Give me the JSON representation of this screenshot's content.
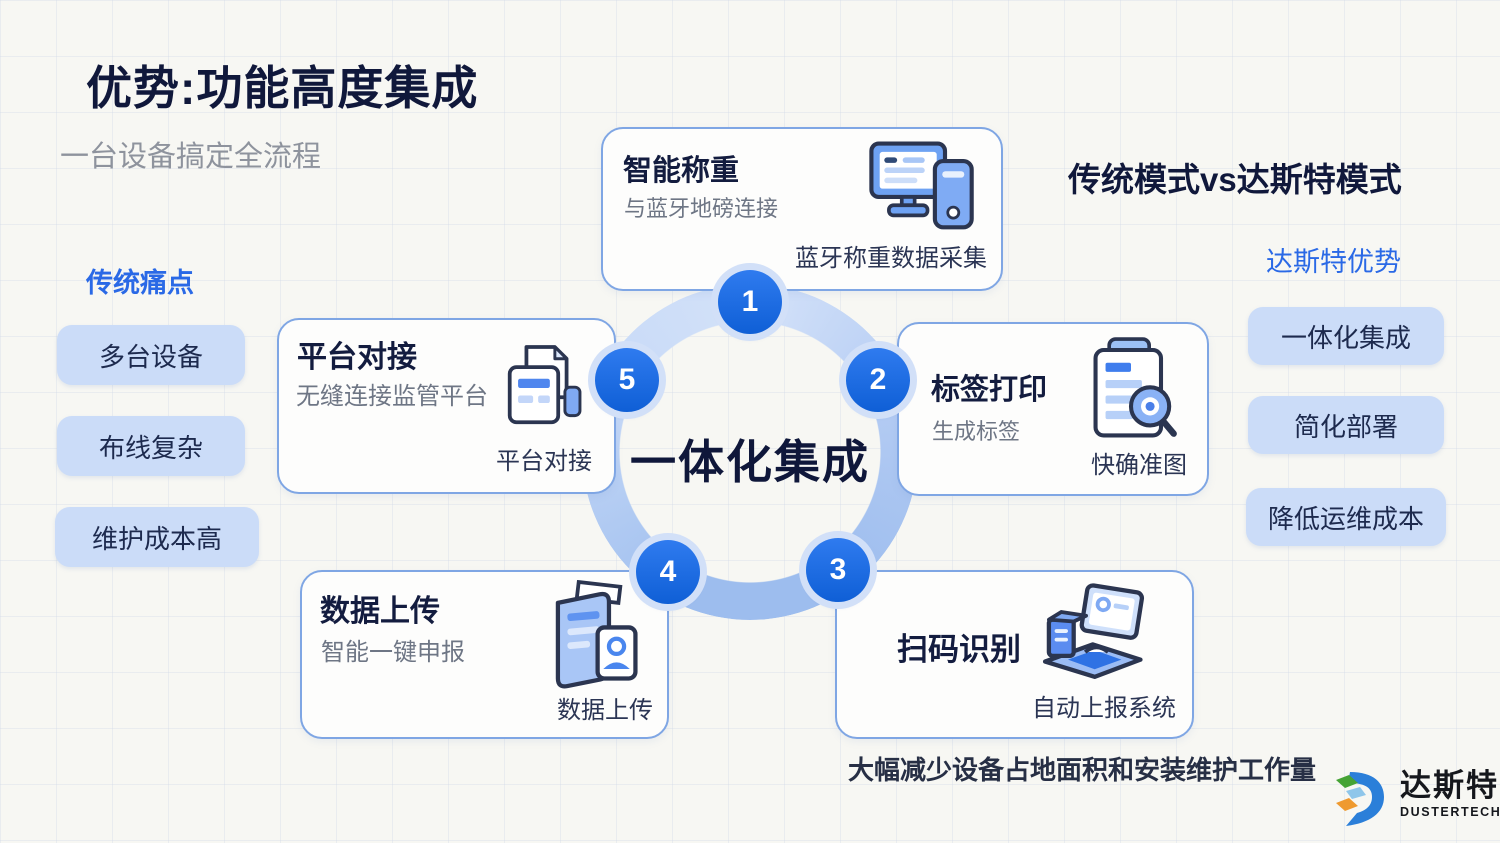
{
  "page": {
    "title": "优势:功能高度集成",
    "subtitle": "一台设备搞定全流程",
    "bottom_note": "大幅减少设备占地面积和安装维护工作量"
  },
  "left_panel": {
    "heading": "传统痛点",
    "items": [
      "多台设备",
      "布线复杂",
      "维护成本高"
    ]
  },
  "right_panel": {
    "heading": "传统模式vs达斯特模式",
    "subheading": "达斯特优势",
    "items": [
      "一体化集成",
      "简化部署",
      "降低运维成本"
    ]
  },
  "diagram": {
    "center_label": "一体化集成",
    "steps": [
      {
        "number": "1",
        "title": "智能称重",
        "subtitle": "与蓝牙地磅连接",
        "caption": "蓝牙称重数据采集",
        "icon": "monitor-tower-icon"
      },
      {
        "number": "2",
        "title": "标签打印",
        "subtitle": "生成标签",
        "caption": "快确准图",
        "icon": "label-magnifier-icon"
      },
      {
        "number": "3",
        "title": "扫码识别",
        "subtitle": "",
        "caption": "自动上报系统",
        "icon": "scan-computer-icon"
      },
      {
        "number": "4",
        "title": "数据上传",
        "subtitle": "智能一键申报",
        "caption": "数据上传",
        "icon": "upload-docs-icon"
      },
      {
        "number": "5",
        "title": "平台对接",
        "subtitle": "无缝连接监管平台",
        "caption": "平台对接",
        "icon": "platform-docs-icon"
      }
    ]
  },
  "logo": {
    "name": "达斯特",
    "subtext": "DUSTERTECH",
    "icon": "dustertech-logo-icon"
  },
  "colors": {
    "accent_blue": "#2a69e6",
    "node_blue": "#1565dd",
    "ring_blue": "#b7cdf3",
    "pill_blue": "#cbdcf8",
    "dark_navy": "#10183b",
    "gray_text": "#8e939d"
  }
}
